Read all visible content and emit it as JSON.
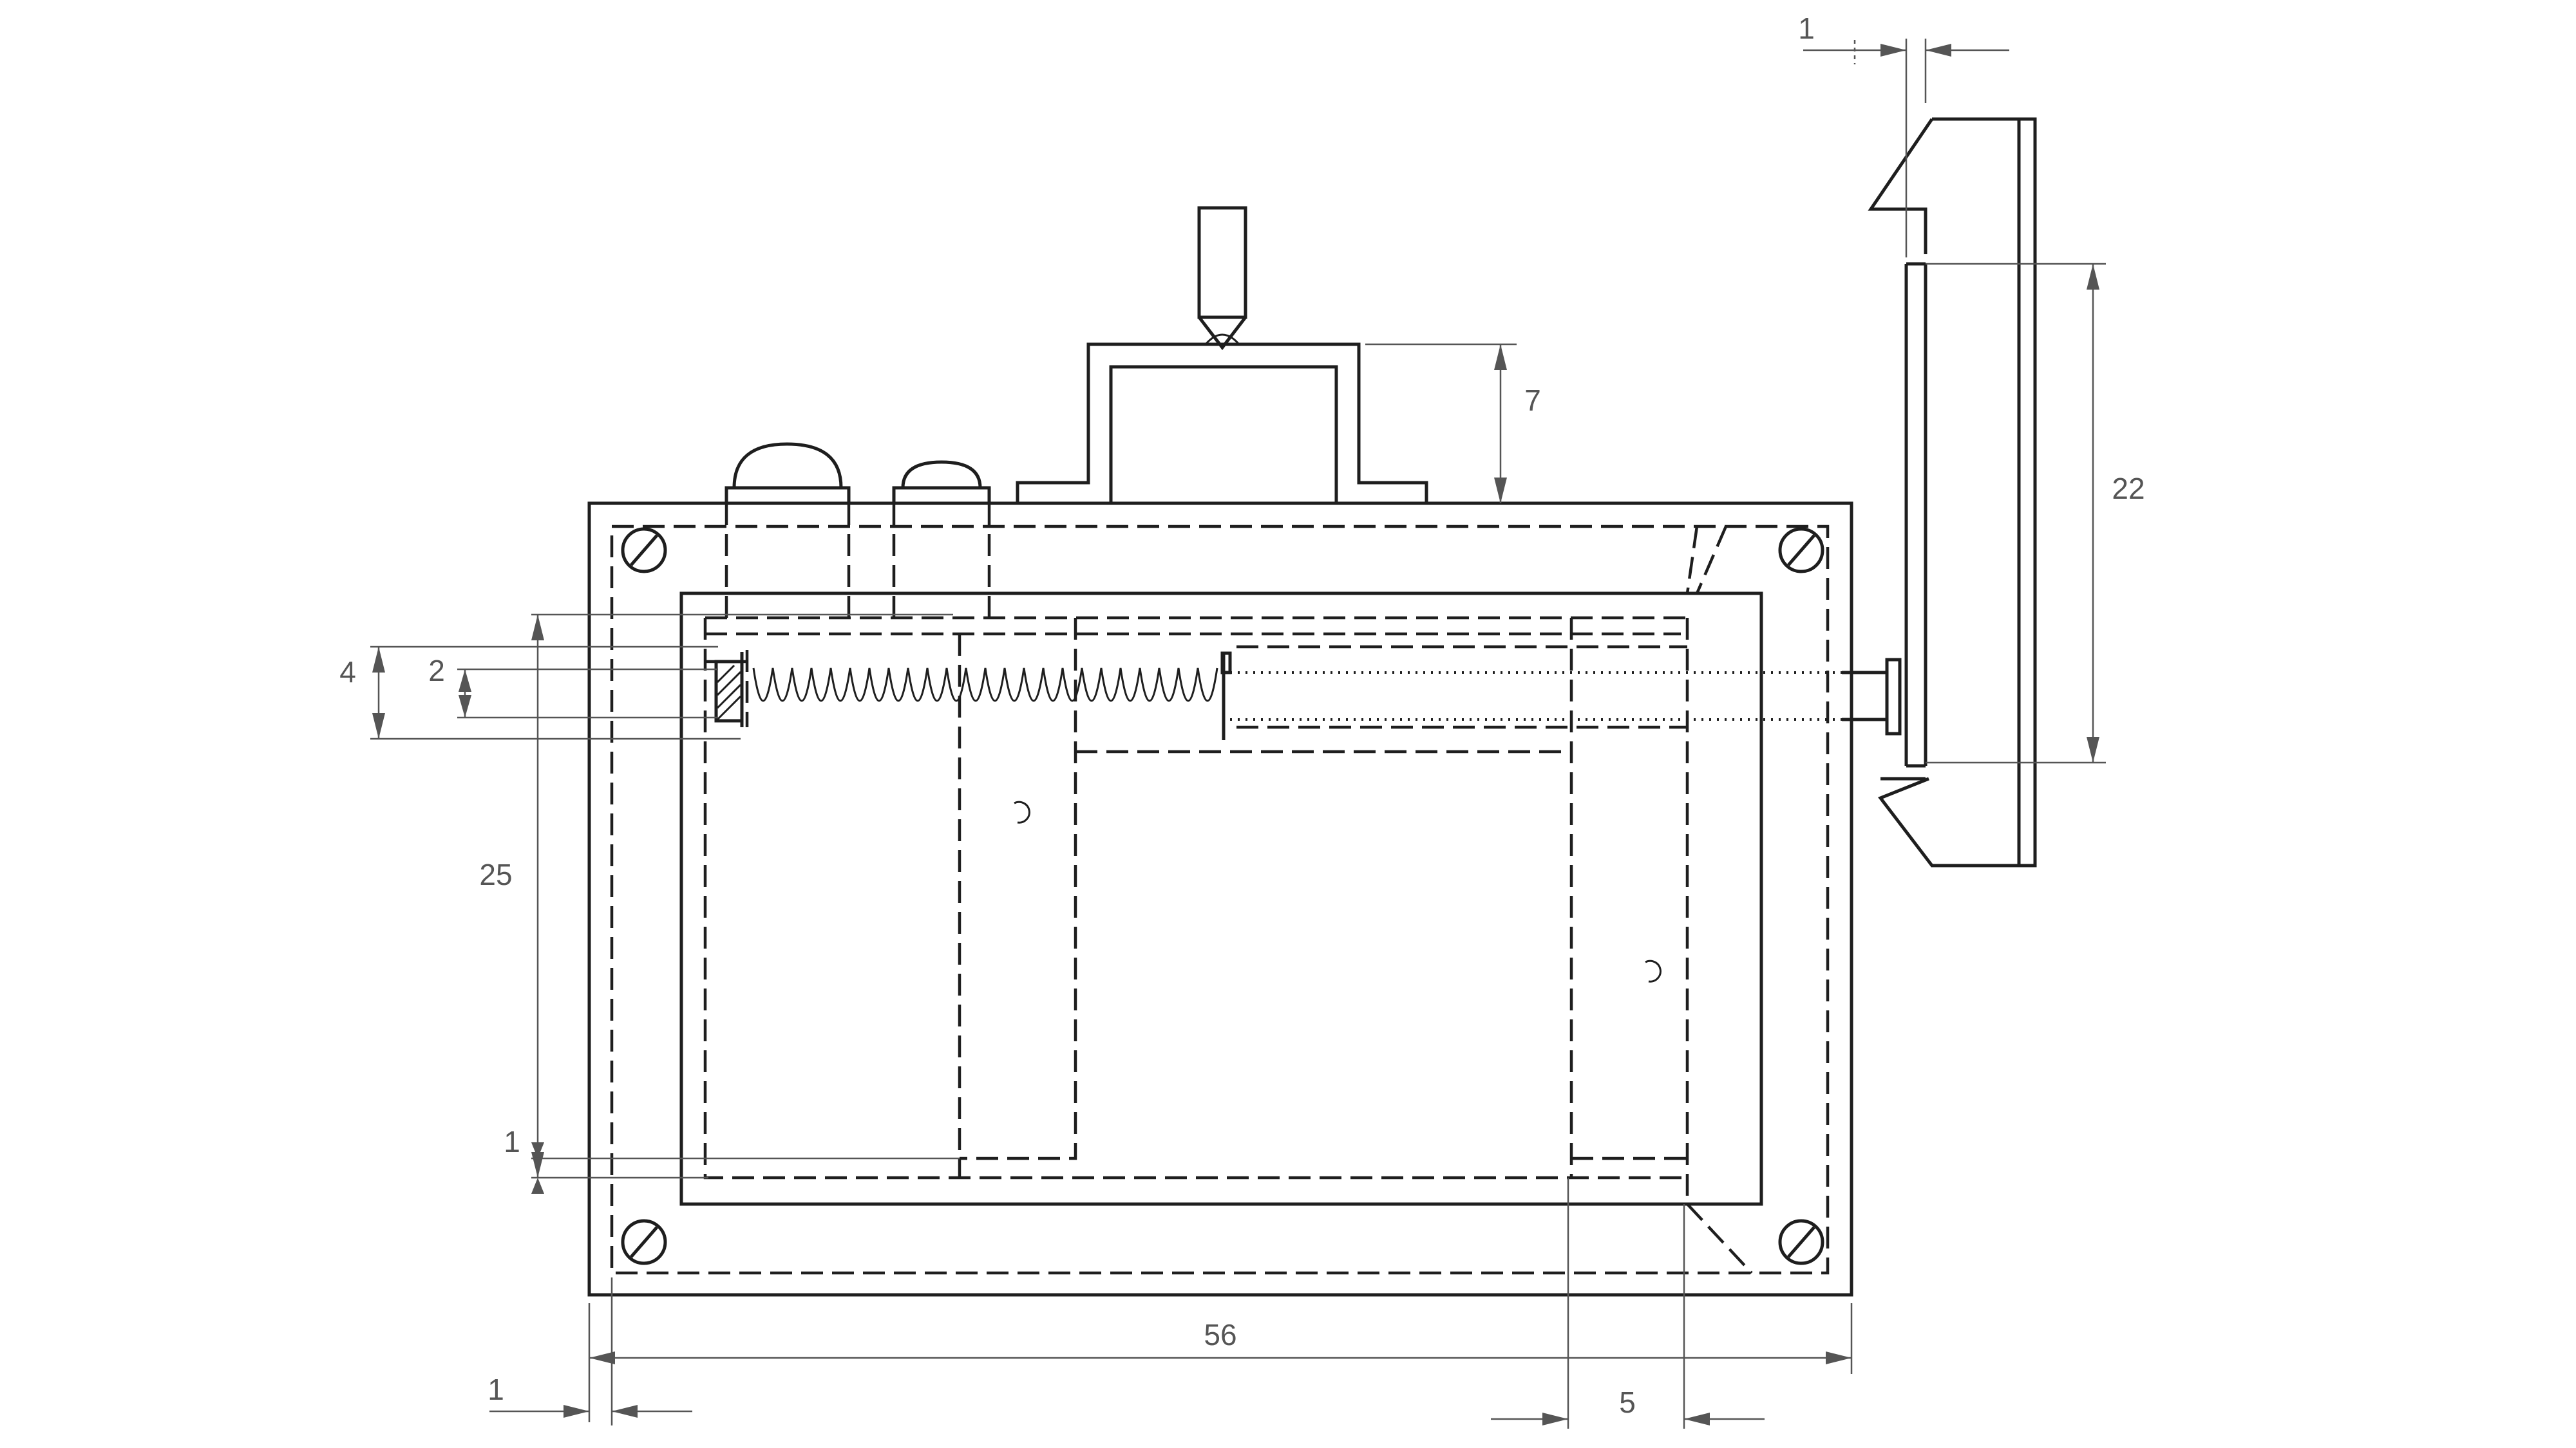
{
  "dimensions": {
    "overall_width": "56",
    "left_wall": "1",
    "right_offset": "5",
    "mechanism_height": "25",
    "inner_gap": "1",
    "spring_outer": "4",
    "spring_inner": "2",
    "handle_height": "7",
    "lid_thickness": "1",
    "lid_opening": "22"
  },
  "colors": {
    "linework": "#1e1e1e",
    "dimension": "#555555",
    "background": "#ffffff"
  }
}
